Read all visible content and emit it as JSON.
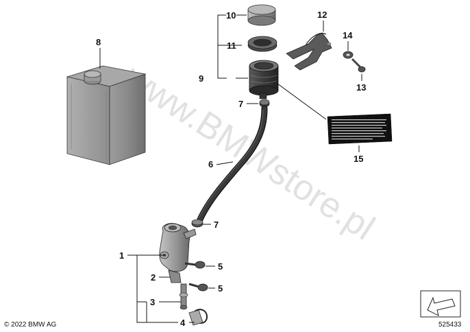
{
  "callouts": {
    "c1": "1",
    "c2": "2",
    "c3": "3",
    "c4": "4",
    "c5a": "5",
    "c5b": "5",
    "c6": "6",
    "c7a": "7",
    "c7b": "7",
    "c8": "8",
    "c9": "9",
    "c10": "10",
    "c11": "11",
    "c12": "12",
    "c13": "13",
    "c14": "14",
    "c15": "15"
  },
  "watermark": "www.BMWstore.pl",
  "copyright": "© 2022 BMW AG",
  "diagram_number": "525433",
  "colors": {
    "part_gray": "#8f8f8f",
    "part_light": "#b5b5b5",
    "part_dark": "#3a3a3a",
    "hose": "#2e2e2e",
    "label_bg": "#111111"
  }
}
